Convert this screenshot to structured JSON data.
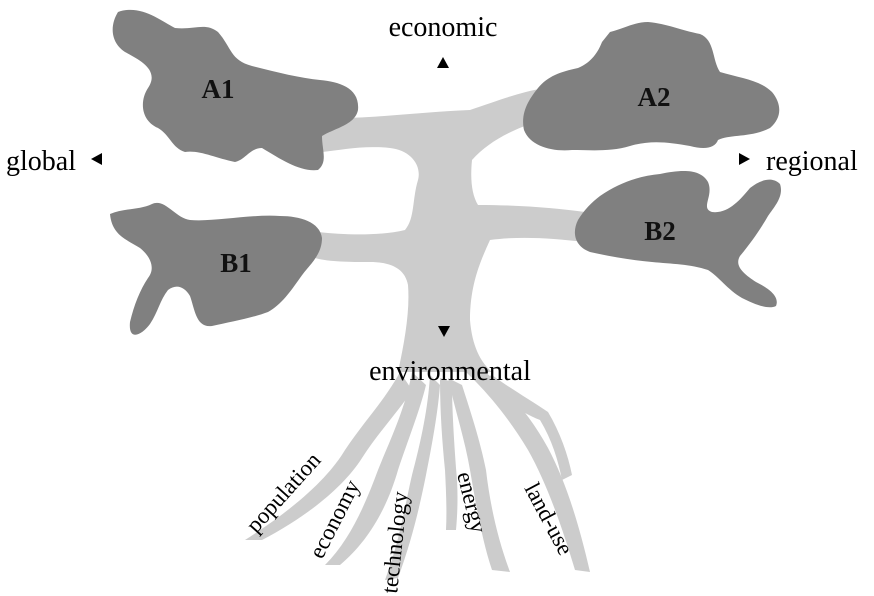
{
  "axes": {
    "top": "economic",
    "bottom": "environmental",
    "left": "global",
    "right": "regional"
  },
  "scenarios": [
    "A1",
    "A2",
    "B1",
    "B2"
  ],
  "roots": [
    "population",
    "economy",
    "technology",
    "energy",
    "land-use"
  ],
  "colors": {
    "trunk": "#cccccc",
    "leaves": "#808080",
    "text": "#000000"
  }
}
